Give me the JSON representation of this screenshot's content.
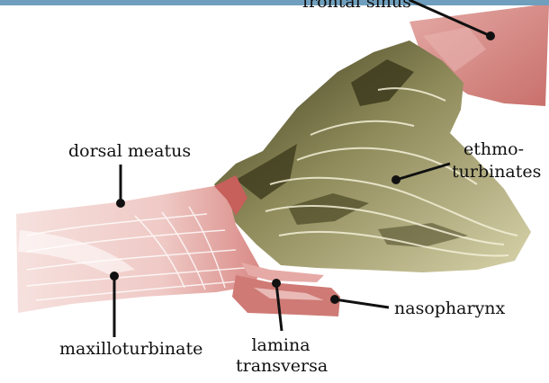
{
  "labels": {
    "frontal_sinus": "frontal sinus",
    "dorsal_meatus": "dorsal meatus",
    "ethmo_line1": "ethmo-",
    "ethmo_line2": "turbinates",
    "nasopharynx": "nasopharynx",
    "maxilloturbinate": "maxilloturbinate",
    "lamina_line1": "lamina",
    "lamina_line2": "transversa"
  },
  "colors": {
    "top_bar": "#6f9fbd",
    "pink_tissue": "#d98a86",
    "pink_light": "#f1cfcb",
    "olive_bone": "#c9c498",
    "olive_dark": "#3c3a1c",
    "leader_line": "#111111"
  }
}
